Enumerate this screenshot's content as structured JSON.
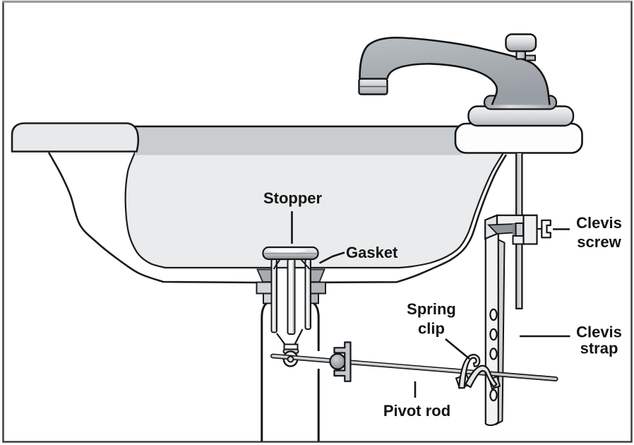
{
  "diagram": {
    "description": "Cross-section diagram of a bathroom sink pop-up drain stopper and faucet linkage",
    "colors": {
      "background": "#ffffff",
      "frame": "#3c3c3c",
      "outline": "#161616",
      "basin_interior": "#e9ebec",
      "basin_band": "#c9cdd0",
      "faucet_metal": "#a9aeb3",
      "text": "#131313"
    },
    "labels": {
      "stopper": {
        "text": "Stopper"
      },
      "gasket": {
        "text": "Gasket"
      },
      "spring_clip": {
        "line1": "Spring",
        "line2": "clip"
      },
      "pivot_rod": {
        "text": "Pivot rod"
      },
      "clevis_screw": {
        "line1": "Clevis",
        "line2": "screw"
      },
      "clevis_strap": {
        "line1": "Clevis",
        "line2": "strap"
      }
    }
  }
}
